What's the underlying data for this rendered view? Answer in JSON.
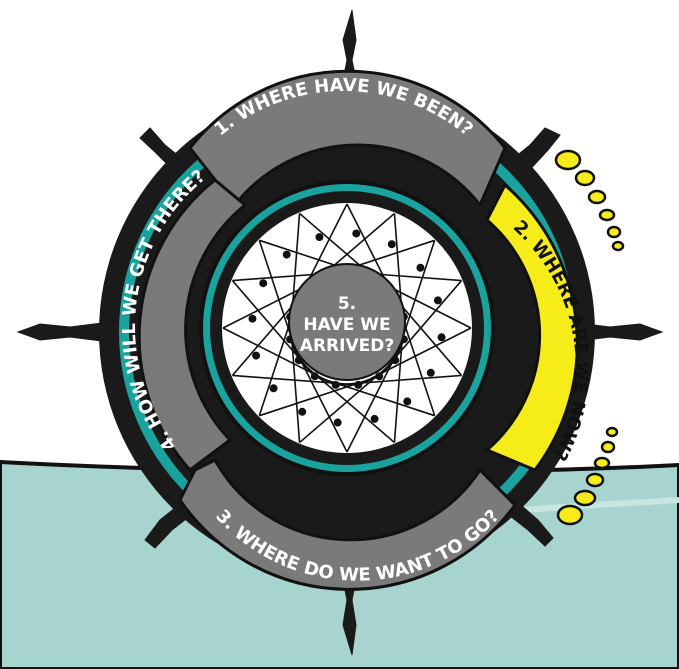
{
  "colors": {
    "ring_dark": "#1a1a1a",
    "ring_teal": "#1aa39e",
    "segment_grey": "#7a7a7a",
    "segment_highlight": "#f5ec1a",
    "water": "#a8d4cf",
    "web_line": "#111111"
  },
  "steps": {
    "s1": "1. WHERE HAVE WE BEEN?",
    "s2": "2. WHERE ARE WE NOW?",
    "s3": "3. WHERE DO WE WANT TO GO?",
    "s4": "4. HOW WILL WE GET THERE?",
    "center_line1": "5.",
    "center_line2": "HAVE WE",
    "center_line3": "ARRIVED?"
  },
  "highlighted_step": "2. WHERE ARE WE NOW?",
  "decorations": {
    "footprints": "yellow-footprints"
  }
}
